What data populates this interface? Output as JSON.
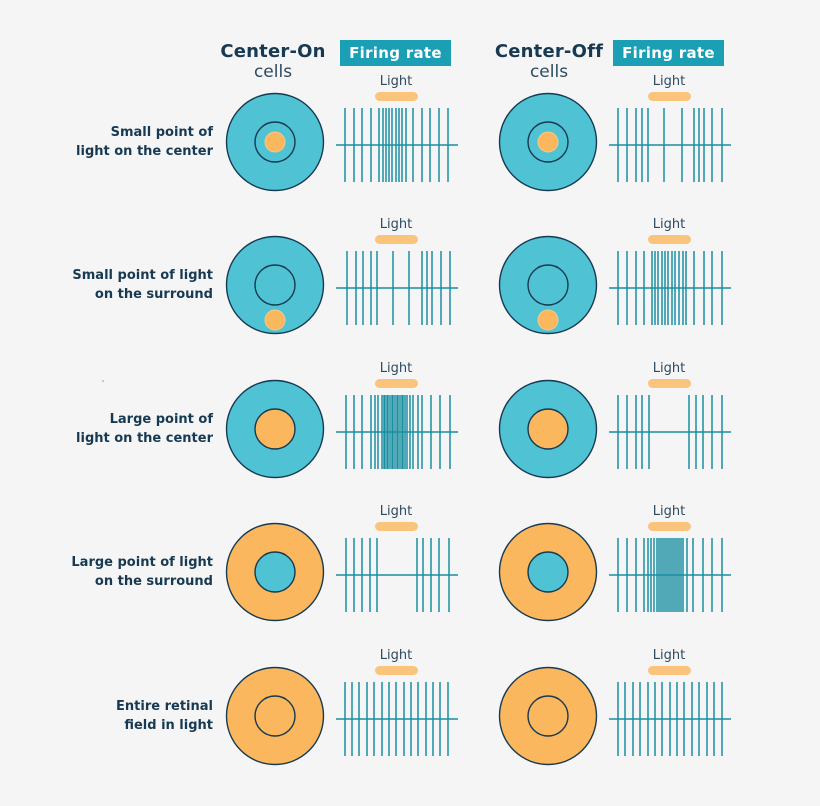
{
  "columns": [
    {
      "title_line1": "Center-On",
      "title_line2": "cells",
      "badge": "Firing rate"
    },
    {
      "title_line1": "Center-Off",
      "title_line2": "cells",
      "badge": "Firing rate"
    }
  ],
  "light_label": "Light",
  "colors": {
    "receptive_teal": "#4fc3d3",
    "light_orange": "#fbb75d",
    "outline": "#173a52",
    "spike": "#1a8fa0",
    "badge_bg": "#1b9fb4",
    "light_bar": "#fbc47d",
    "background": "#f5f5f6"
  },
  "rows": [
    {
      "label": "Small point of\nlight on the center",
      "on": {
        "surround": "teal",
        "center": "teal",
        "spot": "small-center"
      },
      "off": {
        "surround": "teal",
        "center": "teal",
        "spot": "small-center"
      },
      "on_spikes": [
        345,
        354,
        362,
        371,
        379,
        383,
        386,
        389,
        392,
        396,
        399,
        402,
        406,
        413,
        422,
        430,
        439,
        448
      ],
      "off_spikes": [
        618,
        627,
        636,
        642,
        648,
        664,
        682,
        694,
        699,
        704,
        712,
        722
      ]
    },
    {
      "label": "Small point of light\non the surround",
      "on": {
        "surround": "teal",
        "center": "teal",
        "spot": "small-surround"
      },
      "off": {
        "surround": "teal",
        "center": "teal",
        "spot": "small-surround"
      },
      "on_spikes": [
        347,
        356,
        363,
        371,
        377,
        393,
        409,
        422,
        427,
        432,
        441,
        450
      ],
      "off_spikes": [
        618,
        627,
        636,
        644,
        652,
        655,
        658,
        662,
        665,
        668,
        672,
        675,
        679,
        683,
        686,
        694,
        704,
        712,
        722
      ]
    },
    {
      "label": "Large point of\nlight on the center",
      "on": {
        "surround": "teal",
        "center": "orange",
        "spot": "none"
      },
      "off": {
        "surround": "teal",
        "center": "orange",
        "spot": "none"
      },
      "on_spikes": [
        346,
        354,
        362,
        371,
        375,
        378,
        382,
        384,
        385,
        387,
        388,
        390,
        392,
        393,
        395,
        397,
        398,
        400,
        402,
        403,
        405,
        407,
        410,
        413,
        418,
        422,
        431,
        440,
        450
      ],
      "off_spikes": [
        618,
        627,
        636,
        642,
        649,
        689,
        696,
        703,
        712,
        722
      ]
    },
    {
      "label": "Large point of light\non the surround",
      "on": {
        "surround": "orange",
        "center": "teal",
        "spot": "none"
      },
      "off": {
        "surround": "orange",
        "center": "teal",
        "spot": "none"
      },
      "on_spikes": [
        346,
        354,
        362,
        370,
        377,
        417,
        423,
        431,
        439,
        449
      ],
      "off_spikes": [
        618,
        627,
        636,
        644,
        648,
        651,
        654,
        657,
        659,
        661,
        663,
        665,
        667,
        669,
        671,
        673,
        675,
        677,
        679,
        681,
        683,
        687,
        693,
        703,
        712,
        722
      ]
    },
    {
      "label": "Entire retinal\nfield in light",
      "on": {
        "surround": "orange",
        "center": "orange",
        "spot": "none"
      },
      "off": {
        "surround": "orange",
        "center": "orange",
        "spot": "none"
      },
      "on_spikes": [
        345,
        352,
        359,
        367,
        374,
        382,
        389,
        396,
        404,
        411,
        418,
        426,
        433,
        440,
        448
      ],
      "off_spikes": [
        618,
        625,
        633,
        640,
        648,
        655,
        662,
        670,
        677,
        684,
        692,
        699,
        707,
        714,
        722
      ]
    }
  ]
}
